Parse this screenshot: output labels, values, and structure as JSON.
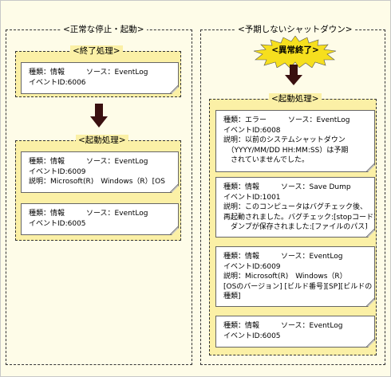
{
  "left_panel": {
    "title": "<正常な停止・起動>",
    "shutdown_box_title": "<終了処理>",
    "shutdown_card": {
      "lines": [
        "種類：情報　　　ソース：EventLog",
        "イベントID:6006"
      ]
    },
    "startup_group_title": "<起動処理>",
    "startup_cards": [
      {
        "lines": [
          "種類：情報　　　ソース：EventLog",
          "イベントID:6009",
          "説明：Microsoft(R)　Windows（R）[OS"
        ]
      },
      {
        "lines": [
          "種類：情報　　　ソース：EventLog",
          "イベントID:6005"
        ]
      }
    ]
  },
  "right_panel": {
    "title": "<予期しないシャットダウン>",
    "burst_label": "<異常終了>",
    "burst_color": "#f6df1e",
    "startup_group_title": "<起動処理>",
    "startup_cards": [
      {
        "lines": [
          "種類：エラー　　　ソース：EventLog",
          "イベントID:6008",
          "説明：以前のシステムシャットダウン",
          "　（YYYY/MM/DD HH:MM:SS）は予期",
          "　されていませんでした。"
        ]
      },
      {
        "lines": [
          "種類：情報　　　ソース：Save Dump",
          "イベントID:1001",
          "説明：このコンピュータはバグチェック後、",
          "再起動されました。バグチェック:[stopコード]",
          "　ダンプが保存されました:[ファイルのパス]"
        ]
      },
      {
        "lines": [
          "種類：情報　　　ソース：EventLog",
          "イベントID:6009",
          "説明：Microsoft(R)　Windows（R）",
          "[OSのバージョン] [ビルド番号][SP][ビルドの",
          "種類]"
        ]
      },
      {
        "lines": [
          "種類：情報　　　ソース：EventLog",
          "イベントID:6005"
        ]
      }
    ]
  },
  "colors": {
    "panel_bg": "#fefce8",
    "group_bg": "#fbf0a6",
    "arrow": "#3a1010"
  }
}
